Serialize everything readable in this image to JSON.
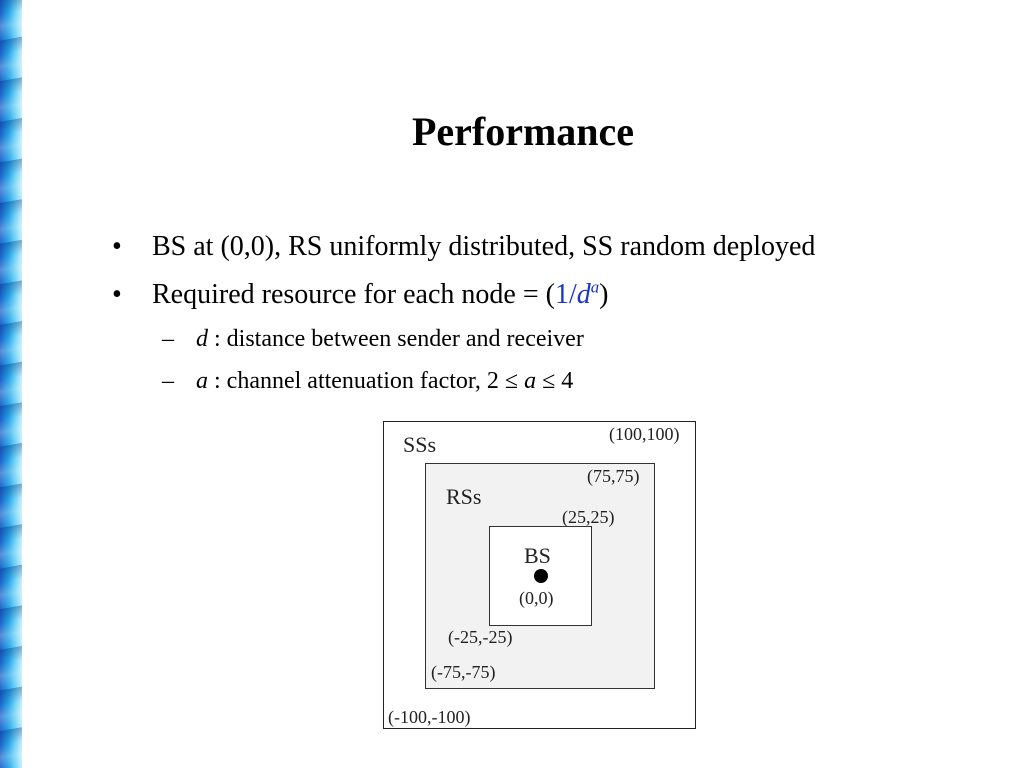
{
  "slide": {
    "title": "Performance",
    "bullet_symbol": "•",
    "dash_symbol": "–",
    "bullets": [
      {
        "text": "BS at (0,0), RS uniformly distributed, SS random deployed"
      },
      {
        "prefix": "Required resource for each node = (",
        "formula_num": "1/",
        "formula_var": "d",
        "formula_exp": "a",
        "suffix": ")"
      }
    ],
    "sub_bullets": [
      {
        "var": "d",
        "text": " : distance between sender and receiver"
      },
      {
        "var": "a",
        "text_before": " : channel attenuation factor, 2 ≤ ",
        "var2": "a",
        "text_after": " ≤ 4"
      }
    ]
  },
  "diagram": {
    "outer_label": "SSs",
    "outer_top_right": "(100,100)",
    "outer_bottom_left": "(-100,-100)",
    "middle_label": "RSs",
    "middle_top_right": "(75,75)",
    "middle_bottom_left": "(-75,-75)",
    "inner_label": "BS",
    "inner_top_right": "(25,25)",
    "inner_bottom_left": "(-25,-25)",
    "center_coord": "(0,0)"
  },
  "colors": {
    "formula_blue": "#1a33c8",
    "stripe_blue": "#29a6ea"
  }
}
